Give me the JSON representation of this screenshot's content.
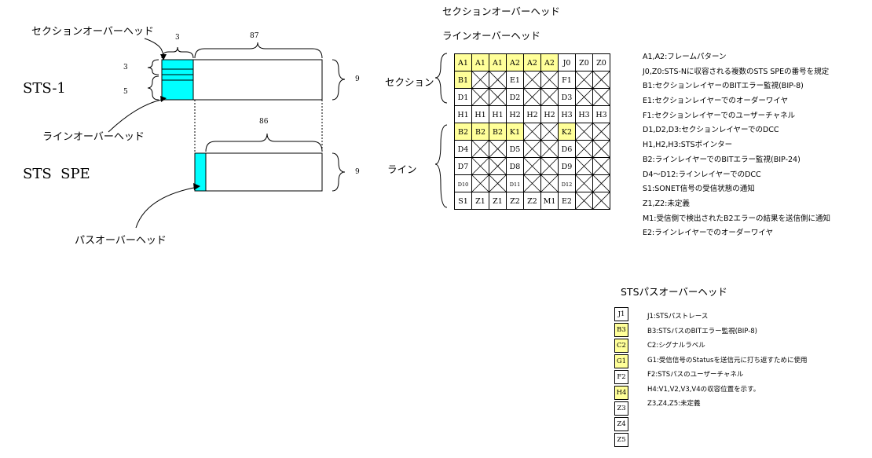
{
  "left": {
    "section_overhead_label": "セクションオーバーヘッド",
    "line_overhead_label": "ラインオーバーヘッド",
    "path_overhead_label": "パスオーバーヘッド",
    "sts1_label": "STS-1",
    "spe_label": "STS  SPE",
    "dim_3_top": "3",
    "dim_87": "87",
    "dim_86": "86",
    "dim_3_rows": "3",
    "dim_5_rows": "5",
    "dim_9_sts1": "9",
    "dim_9_spe": "9"
  },
  "grid": {
    "title_section": "セクションオーバーヘッド",
    "title_line": "ラインオーバーヘッド",
    "section_brace_label": "セクション",
    "line_brace_label": "ライン",
    "rows": [
      [
        "A1",
        "A1",
        "A1",
        "A2",
        "A2",
        "A2",
        "J0",
        "Z0",
        "Z0"
      ],
      [
        "B1",
        "X",
        "X",
        "E1",
        "X",
        "X",
        "F1",
        "X",
        "X"
      ],
      [
        "D1",
        "X",
        "X",
        "D2",
        "X",
        "X",
        "D3",
        "X",
        "X"
      ],
      [
        "H1",
        "H1",
        "H1",
        "H2",
        "H2",
        "H2",
        "H3",
        "H3",
        "H3"
      ],
      [
        "B2",
        "B2",
        "B2",
        "K1",
        "X",
        "X",
        "K2",
        "X",
        "X"
      ],
      [
        "D4",
        "X",
        "X",
        "D5",
        "X",
        "X",
        "D6",
        "X",
        "X"
      ],
      [
        "D7",
        "X",
        "X",
        "D8",
        "X",
        "X",
        "D9",
        "X",
        "X"
      ],
      [
        "D10",
        "X",
        "X",
        "D11",
        "X",
        "X",
        "D12",
        "X",
        "X"
      ],
      [
        "S1",
        "Z1",
        "Z1",
        "Z2",
        "Z2",
        "M1",
        "E2",
        "X",
        "X"
      ]
    ],
    "highlighted": [
      "A1",
      "A2",
      "B1",
      "B2",
      "K1",
      "K2"
    ],
    "small_labels": [
      "D10",
      "D11",
      "D12"
    ]
  },
  "descriptions": [
    "A1,A2:フレームパターン",
    "J0,Z0:STS-Nに収容される複数のSTS SPEの番号を規定",
    "B1:セクションレイヤーのBITエラー監視(BIP-8)",
    "E1:セクションレイヤーでのオーダーワイヤ",
    "F1:セクションレイヤーでのユーザーチャネル",
    "D1,D2,D3:セクションレイヤーでのDCC",
    "H1,H2,H3:STSポインター",
    "B2:ラインレイヤーでのBITエラー監視(BIP-24)",
    "D4～D12:ラインレイヤーでのDCC",
    "S1:SONET信号の受信状態の通知",
    "Z1,Z2:未定義",
    "M1:受信側で検出されたB2エラーの結果を送信側に通知",
    "E2:ラインレイヤーでのオーダーワイヤ"
  ],
  "path": {
    "title": "STSパスオーバーヘッド",
    "bytes": [
      {
        "label": "J1",
        "highlight": false
      },
      {
        "label": "B3",
        "highlight": true
      },
      {
        "label": "C2",
        "highlight": true
      },
      {
        "label": "G1",
        "highlight": true
      },
      {
        "label": "F2",
        "highlight": false
      },
      {
        "label": "H4",
        "highlight": true
      },
      {
        "label": "Z3",
        "highlight": false
      },
      {
        "label": "Z4",
        "highlight": false
      },
      {
        "label": "Z5",
        "highlight": false
      }
    ],
    "descriptions": [
      "J1:STSパストレース",
      "B3:STSパスのBITエラー監視(BIP-8)",
      "C2:シグナルラベル",
      "G1:受信信号のStatusを送信元に打ち返すために使用",
      "F2:STSパスのユーザーチャネル",
      "H4:V1,V2,V3,V4の収容位置を示す。",
      "Z3,Z4,Z5:未定義"
    ]
  },
  "colors": {
    "cyan": "#00ffff",
    "highlight_yellow": "#ffff99",
    "line": "#000000"
  }
}
